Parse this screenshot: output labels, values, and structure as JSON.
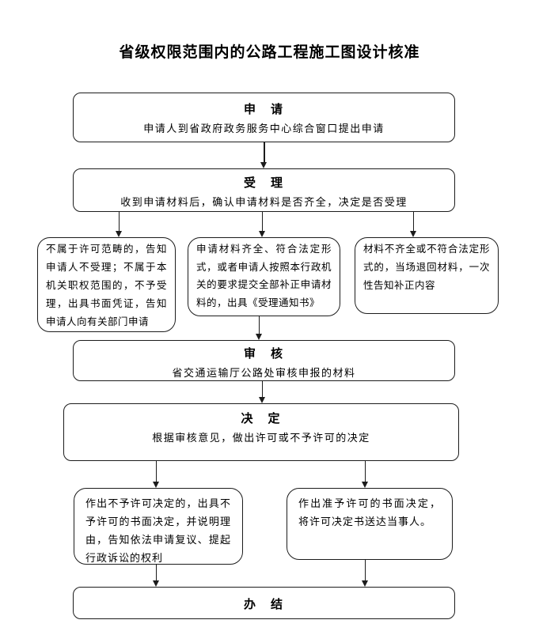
{
  "title": "省级权限范围内的公路工程施工图设计核准",
  "nodes": {
    "apply": {
      "heading": "申　请",
      "body": "申请人到省政府政务服务中心综合窗口提出申请"
    },
    "accept": {
      "heading": "受　理",
      "body": "收到申请材料后，确认申请材料是否齐全，决定是否受理"
    },
    "not_in_scope": {
      "body": "不属于许可范畴的，告知申请人不受理；不属于本机关职权范围的，不予受理，出具书面凭证，告知申请人向有关部门申请"
    },
    "complete": {
      "body": "申请材料齐全、符合法定形式，或者申请人按照本行政机关的要求提交全部补正申请材料的，出具《受理通知书》"
    },
    "incomplete": {
      "body": "材料不齐全或不符合法定形式的，当场退回材料，一次性告知补正内容"
    },
    "review": {
      "heading": "审　核",
      "body": "省交通运输厅公路处审核申报的材料"
    },
    "decide": {
      "heading": "决　定",
      "body": "根据审核意见，做出许可或不予许可的决定"
    },
    "deny": {
      "body": "作出不予许可决定的，出具不予许可的书面决定，并说明理由，告知依法申请复议、提起行政诉讼的权利"
    },
    "grant": {
      "body": "作出准予许可的书面决定，将许可决定书送达当事人。"
    },
    "finish": {
      "heading": "办　结"
    }
  }
}
